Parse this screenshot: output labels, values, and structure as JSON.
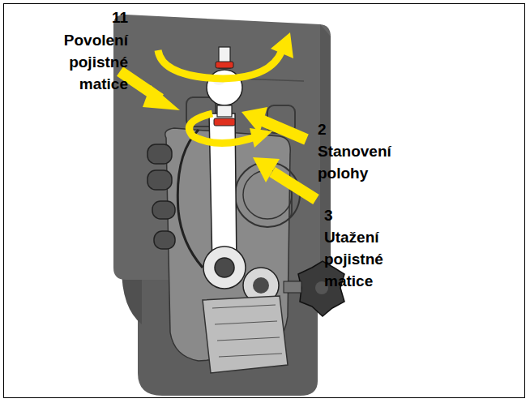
{
  "diagram": {
    "labels": [
      "11",
      "Povolení pojistné matice",
      "2",
      "Stanovení polohy",
      "3",
      "Utažení pojistné matice"
    ]
  }
}
